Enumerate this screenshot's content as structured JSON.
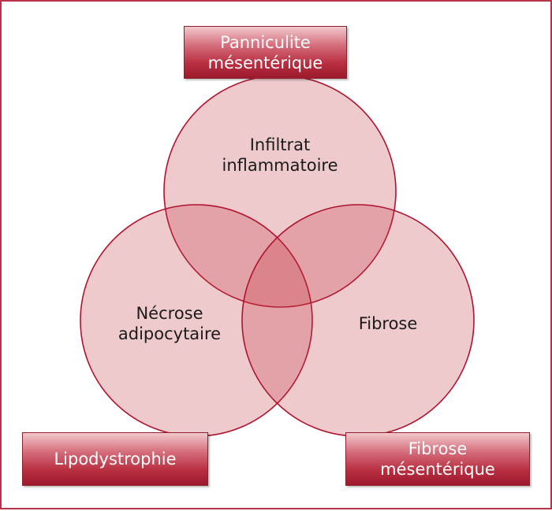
{
  "boxes": {
    "top": {
      "line1": "Panniculite",
      "line2": "mésentérique"
    },
    "left": {
      "line1": "Lipodystrophie"
    },
    "right": {
      "line1": "Fibrose",
      "line2": "mésentérique"
    }
  },
  "circles": {
    "top": {
      "line1": "Infiltrat",
      "line2": "inflammatoire"
    },
    "left": {
      "line1": "Nécrose",
      "line2": "adipocytaire"
    },
    "right": {
      "line1": "Fibrose"
    }
  },
  "colors": {
    "border": "#b5344a",
    "circle_stroke": "#b0122e",
    "circle_fill": "#c0313f",
    "box_gradient_top": "#f1c8cc",
    "box_gradient_bottom": "#9c1a2d"
  }
}
